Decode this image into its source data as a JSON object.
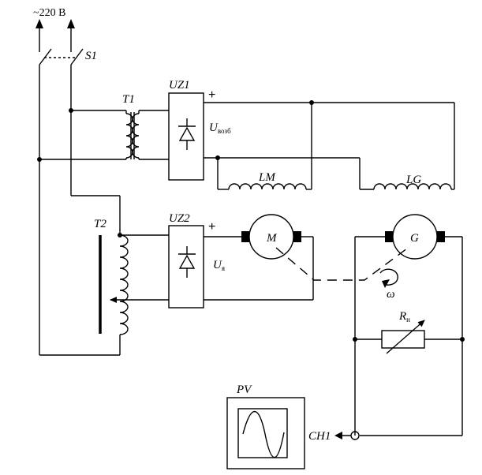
{
  "labels": {
    "supply": "~220 В",
    "switch": "S1",
    "transformer1": "T1",
    "transformer2": "T2",
    "rectifier1": "UZ1",
    "rectifier2": "UZ2",
    "plus1": "+",
    "plus2": "+",
    "u_exc_main": "U",
    "u_exc_sub": "возб",
    "u_arm_main": "U",
    "u_arm_sub": "я",
    "winding_lm": "LM",
    "winding_lg": "LG",
    "motor": "M",
    "generator": "G",
    "omega": "ω",
    "load_main": "R",
    "load_sub": "н",
    "oscilloscope": "PV",
    "channel": "CH1"
  }
}
